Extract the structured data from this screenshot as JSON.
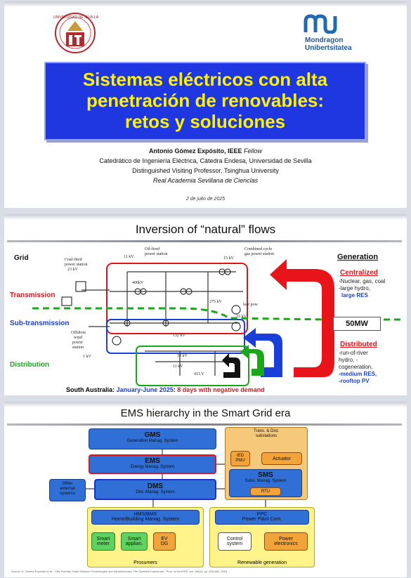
{
  "slide1": {
    "left_logo_text": "UNIVERSIDAD DE SEVILLA",
    "right_logo_line1": "Mondragon",
    "right_logo_line2": "Unibertsitatea",
    "title_line1": "Sistemas eléctricos con alta",
    "title_line2": "penetración de renovables:",
    "title_line3": "retos y soluciones",
    "author_name": "Antonio Gómez Expósito,",
    "author_suffix": " IEEE ",
    "author_fellow": "Fellow",
    "affil1": "Catedrático de Ingeniería Eléctrica, Cátedra Endesa, Universidad de Sevilla",
    "affil2": "Distinguished Visiting Professor, Tsinghua University",
    "affil3": "Real Academia Sevillana de Ciencias",
    "date": "2 de julio de 2025"
  },
  "slide2": {
    "title": "Inversion of “natural” flows",
    "grid": "Grid",
    "generation": "Generation",
    "transmission": "Transmission",
    "subtransmission": "Sub-transmission",
    "distribution": "Distribution",
    "centralized": "Centralized",
    "cent1": "-Nuclear, gas, coal",
    "cent2": "-large hydro,",
    "cent3": "large RES",
    "mw": "50MW",
    "distributed": "Distributed",
    "dist1": "-run-of-river",
    "dist2": "hydro,        -",
    "dist3": "cogeneration,",
    "dist4": "-medium RES,",
    "dist5": "-rooftop PV",
    "coal1": "Coal-fired",
    "coal2": "power station",
    "coal3": "23 kV",
    "oil1": "Oil-fired",
    "oil2": "power station",
    "kv11": "11 kV",
    "cc1": "Combined cycle",
    "cc2": "gas power station",
    "kv15": "15 kV",
    "kv400": "400kV",
    "kv275": "275 kV",
    "nuclear": "lear pow",
    "kv33": "33 kV",
    "kv132": "132 kV",
    "wind1": "Offshore",
    "wind2": "wind",
    "wind3": "power",
    "wind4": "station",
    "kv1": "1 kV",
    "kv33b": "33 kV",
    "kv11b": "11 kV",
    "v415": "415 V",
    "sa_prefix": "South Australia: ",
    "sa_period": "January-June 2025",
    "sa_colon": ": ",
    "sa_days": "8 days with negative demand"
  },
  "slide3": {
    "title": "EMS hierarchy in the Smart Grid era",
    "gms": "GMS",
    "gms_sub": "Generation Manag. System",
    "ems": "EMS",
    "ems_sub": "Energy Manag. System",
    "dms": "DMS",
    "dms_sub": "Dist. Manag. System",
    "other1": "Other",
    "other2": "external",
    "other3": "systems",
    "td1": "Trans. & Dist.",
    "td2": "substations",
    "ied1": "IED",
    "ied2": "PMU",
    "actuator": "Actuator",
    "sms": "SMS",
    "sms_sub": "Subs. Manag. System",
    "rtu": "RTU",
    "hms1": "HMS/BMS",
    "hms2": "Home/Building Manag. System",
    "smart_meter1": "Smart",
    "smart_meter2": "meter",
    "smart_app1": "Smart",
    "smart_app2": "applian.",
    "ev1": "EV",
    "ev2": "DG",
    "prosumers": "Prosumers",
    "ppc1": "PPC",
    "ppc2": "Power Plant Cont.",
    "control1": "Control",
    "control2": "system",
    "power1": "Power",
    "power2": "electronics",
    "renewable": "Renewable generation",
    "source": "Source: A. Gómez-Expósito et al., “City-Friendly Smart Network Technologies and Infrastructures: The Spanish Experience,” Proc. of the IEEE, vol. 106(4), pp. 626-660, 2018."
  }
}
